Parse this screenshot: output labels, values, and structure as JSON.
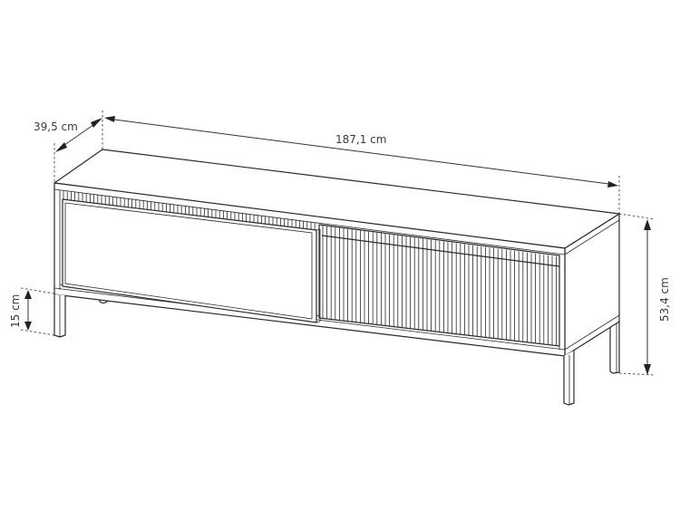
{
  "diagram": {
    "subject": "TV stand cabinet with drop-down drawer and fluted door on metal legs",
    "dimensions": {
      "depth": {
        "label": "39,5 cm"
      },
      "width": {
        "label": "187,1 cm"
      },
      "height": {
        "label": "53,4 cm"
      },
      "leg_height": {
        "label": "15 cm"
      }
    },
    "colors": {
      "line": "#2a2a2a",
      "background": "#ffffff",
      "text": "#3a3a3a"
    }
  }
}
